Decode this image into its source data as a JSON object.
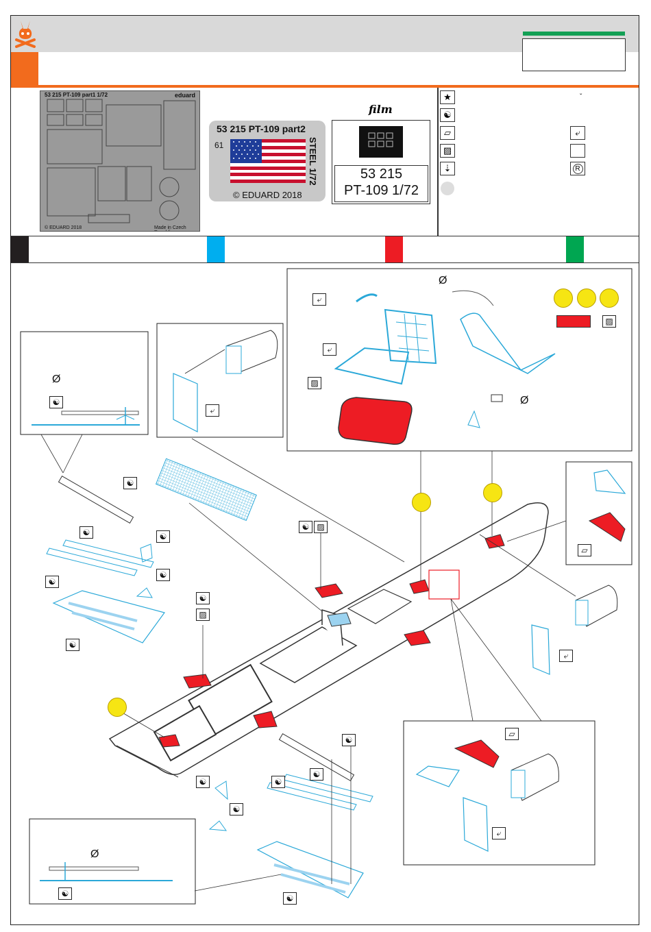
{
  "header": {
    "logo_icon": "rabbit-skull-logo-icon",
    "accent_color": "#f26b1d",
    "status_color": "#13a055"
  },
  "parts_sheet": {
    "title": "53 215  PT-109  part1  1/72",
    "brand": "eduard",
    "copyright": "© EDUARD 2018",
    "made_in": "Made in Czech Republic"
  },
  "steel_sheet": {
    "title": "53 215   PT-109   part2",
    "number": "61",
    "vertical_label": "STEEL  1/72",
    "copyright": "© EDUARD 2018"
  },
  "film": {
    "label": "film",
    "code": "53 215",
    "name": "PT-109  1/72"
  },
  "legend": {
    "icons_left": [
      "star-icon",
      "yin-yang-icon",
      "sheet-icon",
      "hatched-icon",
      "drill-icon",
      "grey-dot-icon"
    ],
    "icons_right": [
      "bend-icon",
      "blank-icon",
      "registered-icon"
    ],
    "mark": "ˇ",
    "registered_symbol": "R"
  },
  "color_bar": {
    "colors": [
      "#231f20",
      "#00aeef",
      "#ed1c24",
      "#00a651"
    ]
  },
  "symbols": {
    "diameter": "Ø"
  }
}
